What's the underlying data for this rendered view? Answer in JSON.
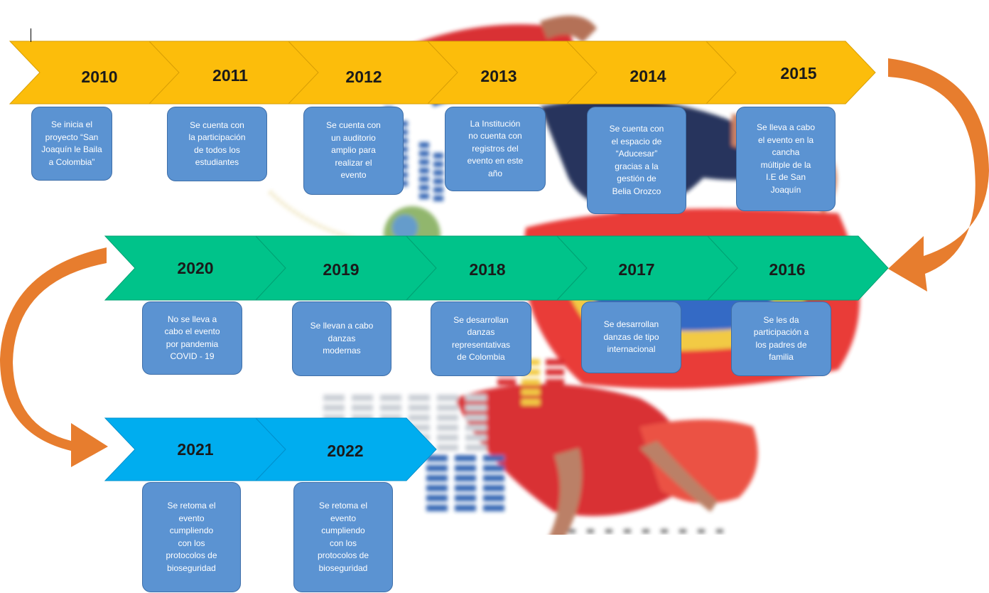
{
  "timeline": {
    "rows": [
      {
        "color": "#fcbd0b",
        "stroke": "#d99f05",
        "steps": [
          {
            "year": "2010",
            "text": "Se inicia el\nproyecto “San\nJoaquín le Baila\na Colombia”"
          },
          {
            "year": "2011",
            "text": "Se cuenta con\nla participación\nde todos los\nestudiantes"
          },
          {
            "year": "2012",
            "text": "Se cuenta con\nun auditorio\namplio para\nrealizar el\nevento"
          },
          {
            "year": "2013",
            "text": "La Institución\nno cuenta con\nregistros del\nevento en este\naño"
          },
          {
            "year": "2014",
            "text": "Se cuenta con\nel espacio de\n“Aducesar”\ngracias a la\ngestión de\nBelia Orozco"
          },
          {
            "year": "2015",
            "text": "Se lleva a cabo\nel evento en la\ncancha\nmúltiple de la\nI.E de San\nJoaquín"
          }
        ]
      },
      {
        "color": "#00c38a",
        "stroke": "#00a173",
        "steps": [
          {
            "year": "2020",
            "text": "No se lleva a\ncabo el evento\npor pandemia\nCOVID - 19"
          },
          {
            "year": "2019",
            "text": "Se llevan a cabo\ndanzas\nmodernas"
          },
          {
            "year": "2018",
            "text": "Se desarrollan\ndanzas\nrepresentativas\nde Colombia"
          },
          {
            "year": "2017",
            "text": "Se desarrollan\ndanzas de tipo\ninternacional"
          },
          {
            "year": "2016",
            "text": "Se les da\nparticipación a\nlos padres de\nfamilia"
          }
        ]
      },
      {
        "color": "#00adef",
        "stroke": "#0090cc",
        "steps": [
          {
            "year": "2021",
            "text": "Se retoma el\nevento\ncumpliendo\ncon los\nprotocolos de\nbioseguridad"
          },
          {
            "year": "2022",
            "text": "Se retoma el\nevento\ncumpliendo\ncon los\nprotocolos de\nbioseguridad"
          }
        ]
      }
    ],
    "connector_color": "#e77d2e"
  }
}
